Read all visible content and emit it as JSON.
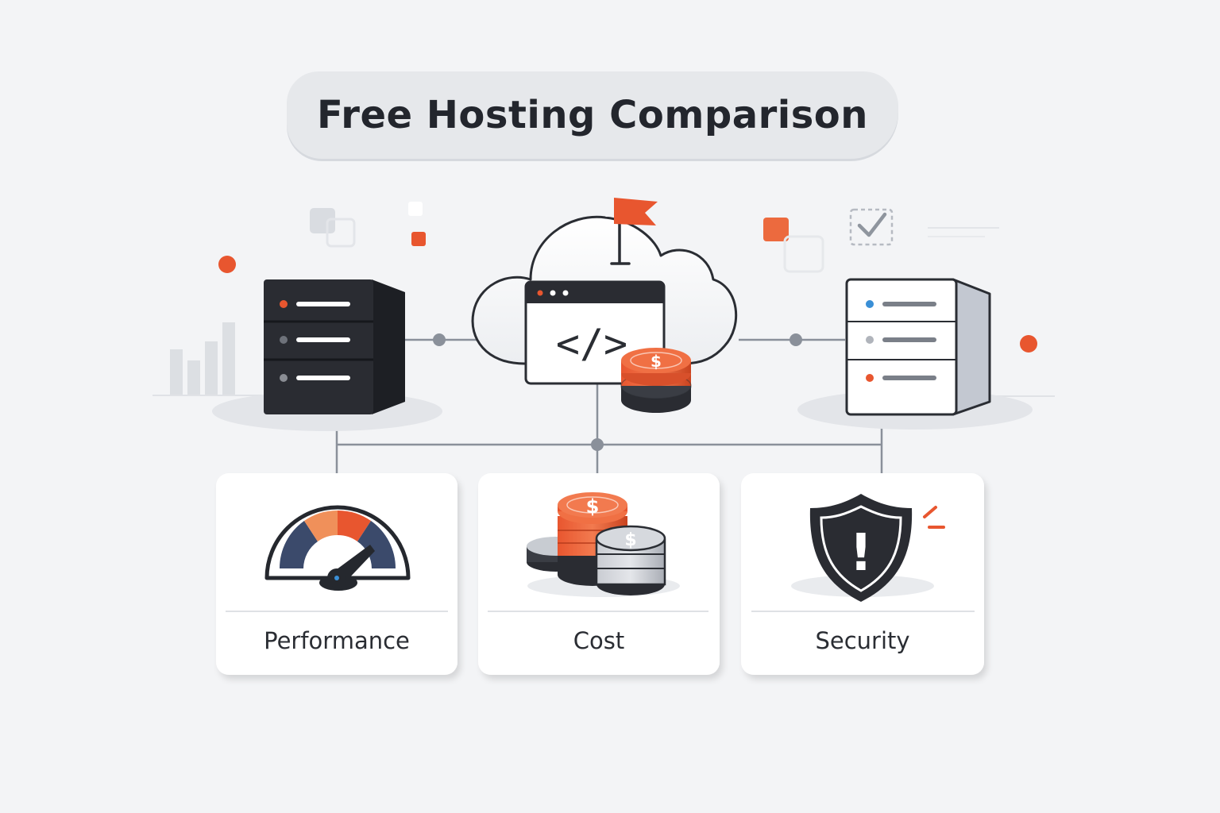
{
  "title": "Free Hosting Comparison",
  "cards": [
    {
      "label": "Performance",
      "icon": "speedometer-icon"
    },
    {
      "label": "Cost",
      "icon": "coin-stack-icon"
    },
    {
      "label": "Security",
      "icon": "shield-alert-icon"
    }
  ],
  "icons": {
    "left_server": "dark-server-icon",
    "center": "cloud-code-window-icon",
    "right_server": "light-server-icon",
    "flag": "flag-icon",
    "checkbox": "checkbox-icon",
    "chart": "bar-chart-icon",
    "code_text": "</>",
    "currency": "$",
    "alert": "!"
  },
  "colors": {
    "accent": "#e8562f",
    "orange_light": "#f0905a",
    "dark": "#25282e",
    "navy": "#3b4a6b",
    "blue_dot": "#3a8fd6",
    "background": "#f3f4f6",
    "card": "#ffffff",
    "line": "#8a909a"
  }
}
